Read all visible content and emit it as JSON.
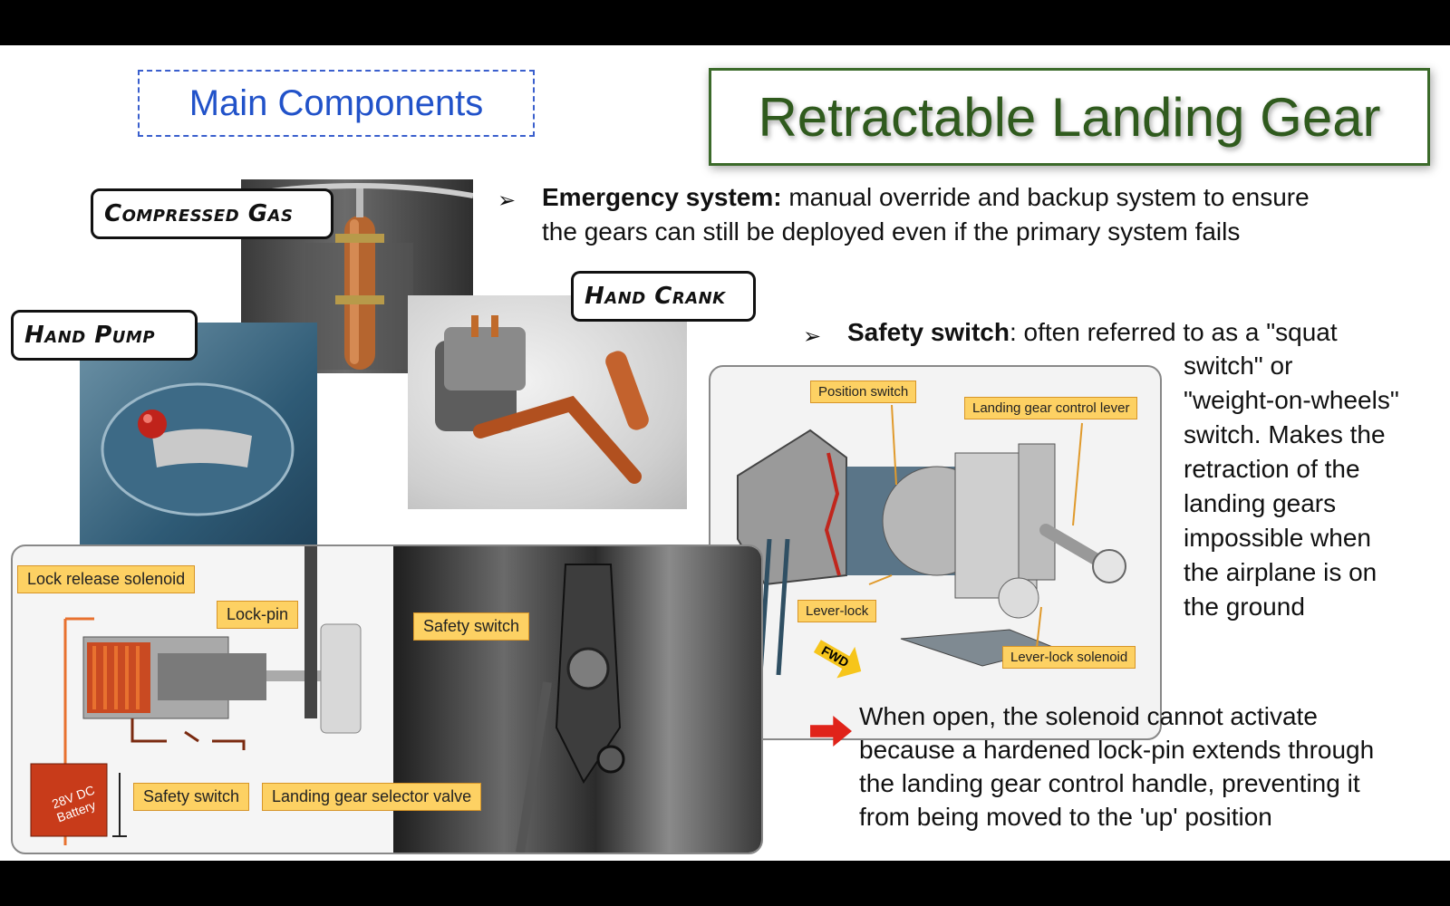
{
  "headings": {
    "main_components": "Main Components",
    "title": "Retractable Landing Gear"
  },
  "photo_tags": {
    "compressed_gas": "Compressed Gas",
    "hand_crank": "Hand Crank",
    "hand_pump": "Hand Pump"
  },
  "bullets": {
    "emergency_head": "Emergency system:",
    "emergency_line1": " manual override and backup system to ensure",
    "emergency_line2": "the gears can still be deployed even if the primary system fails",
    "safety_head": "Safety switch",
    "safety_line1": ": often referred to as a \"squat",
    "safety_lines": [
      "switch\" or",
      "\"weight-on-wheels\"",
      "switch. Makes the",
      "retraction of the",
      "landing gears",
      "impossible when",
      "the airplane is on",
      "the ground"
    ],
    "note_lines": [
      "When open, the solenoid cannot activate",
      "because a hardened lock-pin extends through",
      "the landing gear control handle, preventing it",
      "from being moved to the 'up' position"
    ]
  },
  "lever_diagram": {
    "position_switch": "Position switch",
    "control_lever": "Landing gear control lever",
    "lever_lock": "Lever-lock",
    "lever_lock_solenoid": "Lever-lock solenoid",
    "fwd": "FWD"
  },
  "solenoid_diagram": {
    "lock_release_solenoid": "Lock release solenoid",
    "lock_pin": "Lock-pin",
    "safety_switch": "Safety switch",
    "selector_valve": "Landing gear selector valve",
    "battery_line1": "28V DC",
    "battery_line2": "Battery",
    "photo_safety_switch": "Safety switch"
  },
  "colors": {
    "title_green": "#2f5a1d",
    "heading_blue": "#2152c9",
    "label_orange": "#fdd163",
    "arrow_red": "#e0231a"
  }
}
